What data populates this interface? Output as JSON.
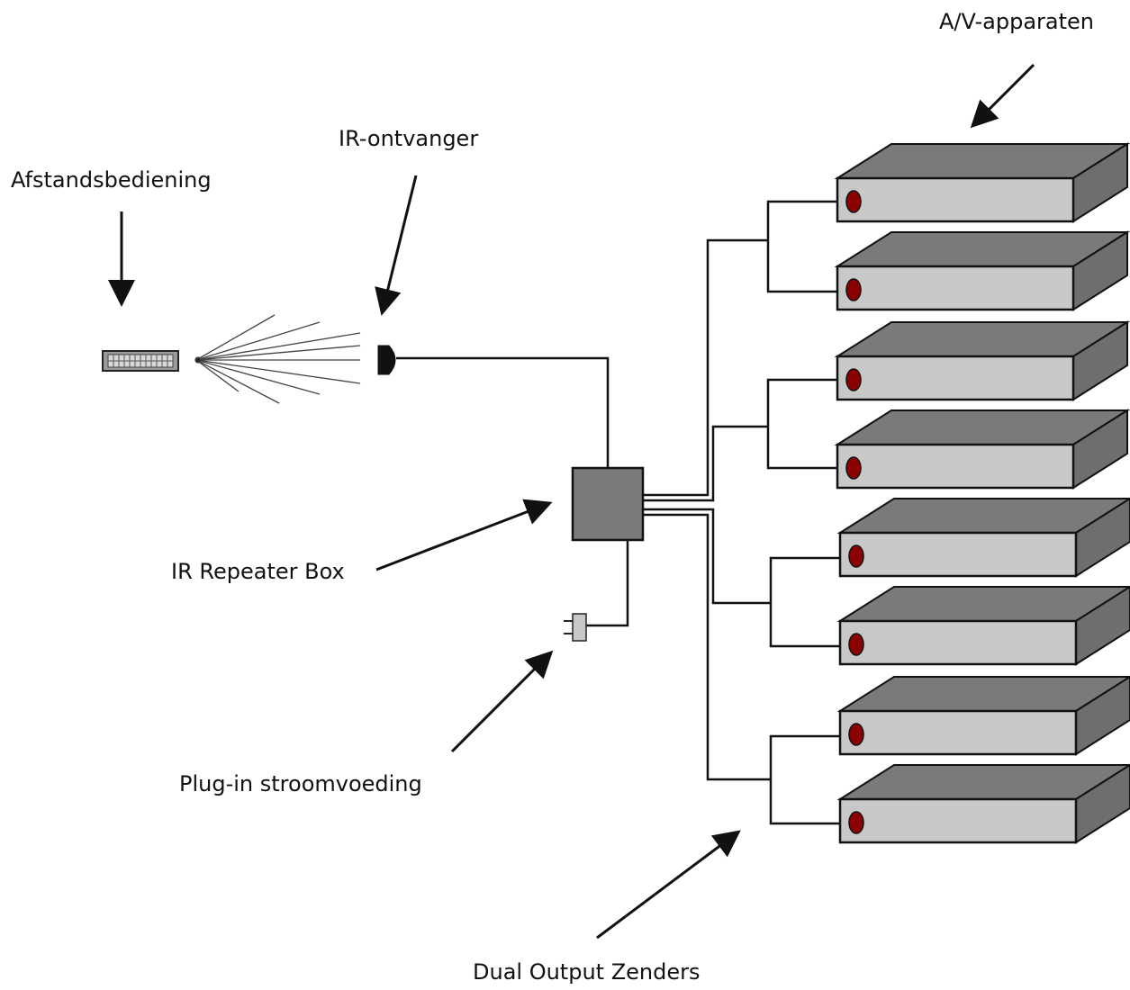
{
  "labels": {
    "remote": "Afstandsbediening",
    "receiver": "IR-ontvanger",
    "devices": "A/V-apparaten",
    "repeater": "IR Repeater Box",
    "power": "Plug-in stroomvoeding",
    "emitters": "Dual Output Zenders"
  },
  "devices": [
    {
      "name": "av-device-1"
    },
    {
      "name": "av-device-2"
    },
    {
      "name": "av-device-3"
    },
    {
      "name": "av-device-4"
    },
    {
      "name": "av-device-5"
    },
    {
      "name": "av-device-6"
    },
    {
      "name": "av-device-7"
    },
    {
      "name": "av-device-8"
    }
  ],
  "colors": {
    "device_top": "#7a7a7a",
    "device_front": "#c8c8c8",
    "device_side": "#6e6e6e",
    "emitter": "#8b0000",
    "box": "#7a7a7a",
    "line": "#111111"
  }
}
